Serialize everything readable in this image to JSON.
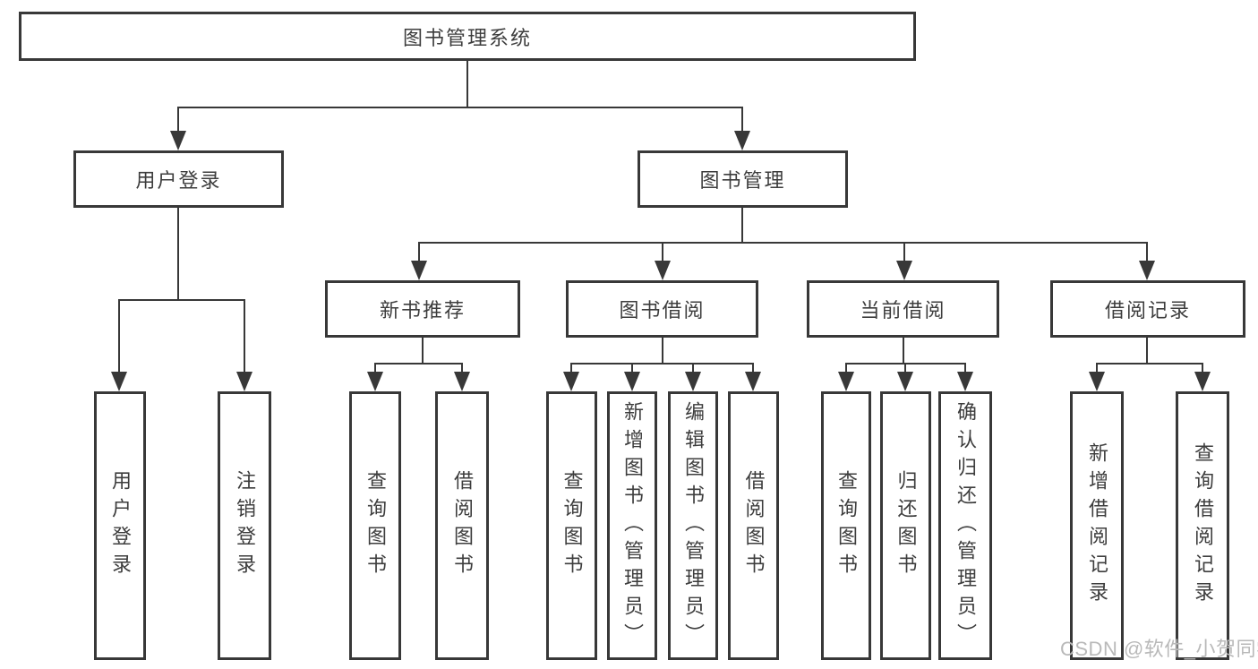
{
  "colors": {
    "line": "#383838",
    "text": "#3d3d3d",
    "box_background": "#ffffff",
    "page_background": "#ffffff",
    "watermark": "#b9b9b9"
  },
  "watermark": "CSDN @软件_小贺同学",
  "tree": {
    "label": "图书管理系统",
    "children": [
      {
        "label": "用户登录",
        "children": [
          {
            "label": "用户登录"
          },
          {
            "label": "注销登录"
          }
        ]
      },
      {
        "label": "图书管理",
        "children": [
          {
            "label": "新书推荐",
            "children": [
              {
                "label": "查询图书"
              },
              {
                "label": "借阅图书"
              }
            ]
          },
          {
            "label": "图书借阅",
            "children": [
              {
                "label": "查询图书"
              },
              {
                "label": "新增图书（管理员）"
              },
              {
                "label": "编辑图书（管理员）"
              },
              {
                "label": "借阅图书"
              }
            ]
          },
          {
            "label": "当前借阅",
            "children": [
              {
                "label": "查询图书"
              },
              {
                "label": "归还图书"
              },
              {
                "label": "确认归还（管理员）"
              }
            ]
          },
          {
            "label": "借阅记录",
            "children": [
              {
                "label": "新增借阅记录"
              },
              {
                "label": "查询借阅记录"
              }
            ]
          }
        ]
      }
    ]
  }
}
